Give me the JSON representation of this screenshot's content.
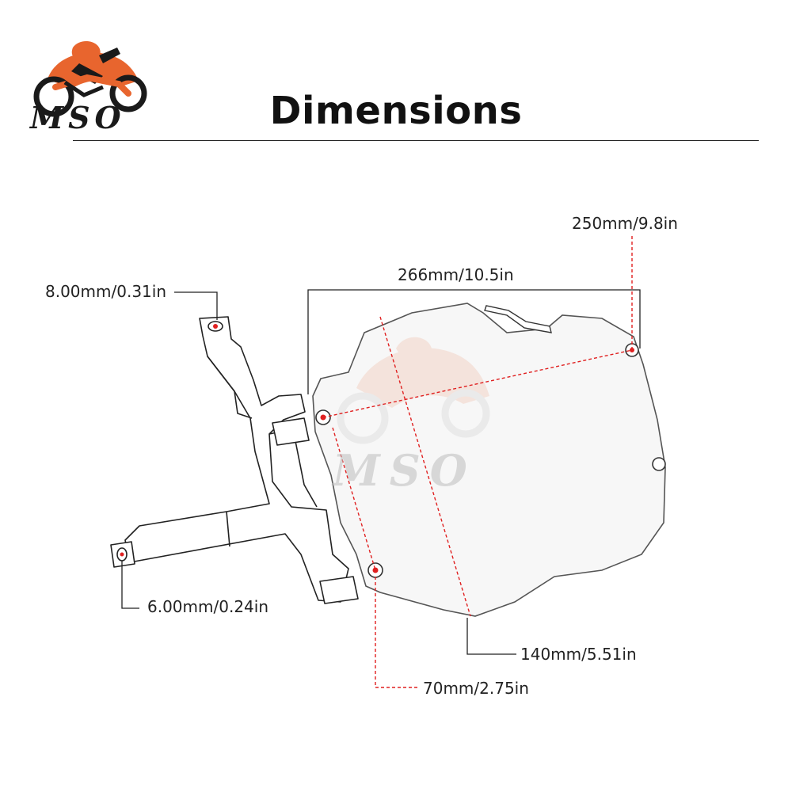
{
  "title": "Dimensions",
  "logo": {
    "text": "MSO"
  },
  "watermark": {
    "text": "MSO"
  },
  "dimensions": {
    "top_hole": "250mm/9.8in",
    "width": "266mm/10.5in",
    "bracket_top_hole": "8.00mm/0.31in",
    "bracket_bottom_hole": "6.00mm/0.24in",
    "height": "140mm/5.51in",
    "hole_spacing": "70mm/2.75in"
  },
  "colors": {
    "accent": "#e8652e",
    "dimension_line": "#e02020",
    "outline": "#222222"
  }
}
